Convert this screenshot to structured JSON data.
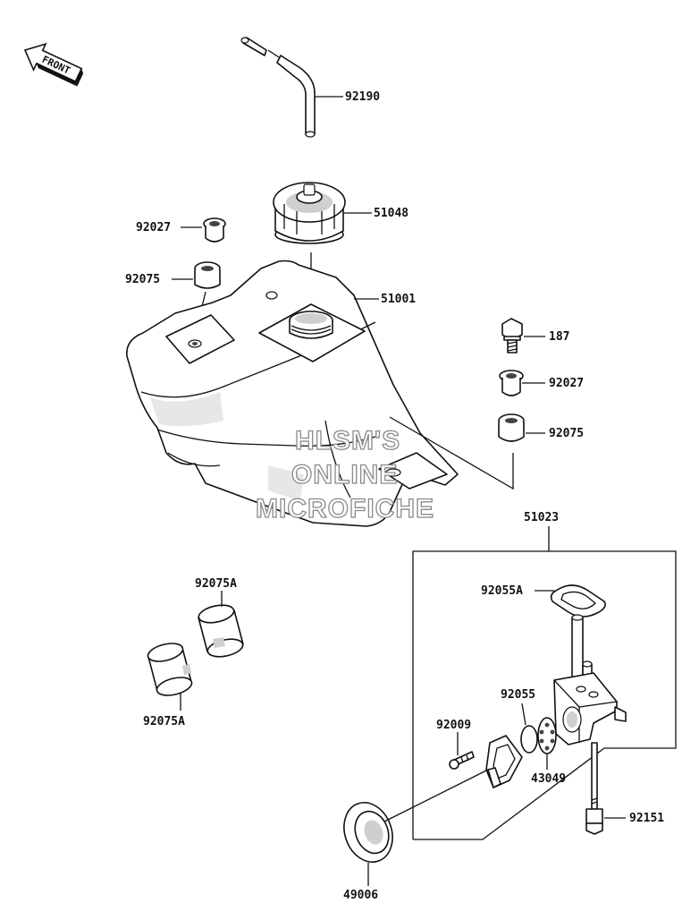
{
  "front_badge": {
    "text": "FRONT",
    "icon": "front-arrow-icon"
  },
  "watermark": {
    "line1": "HLSM'S",
    "line2": "ONLINE",
    "line3": "MICROFICHE"
  },
  "parts": {
    "breather_hose": "92190",
    "fuel_cap": "51048",
    "fuel_tank": "51001",
    "collar_left": "92027",
    "damper_left": "92075",
    "bolt": "187",
    "collar_right": "92027",
    "damper_right": "92075",
    "fuel_cock_assembly": "51023",
    "gasket": "92055A",
    "o_ring": "92055",
    "screw": "92009",
    "filter": "43049",
    "cock_screw": "92151",
    "grommet": "49006",
    "damper_a_upper": "92075A",
    "damper_a_lower": "92075A"
  }
}
